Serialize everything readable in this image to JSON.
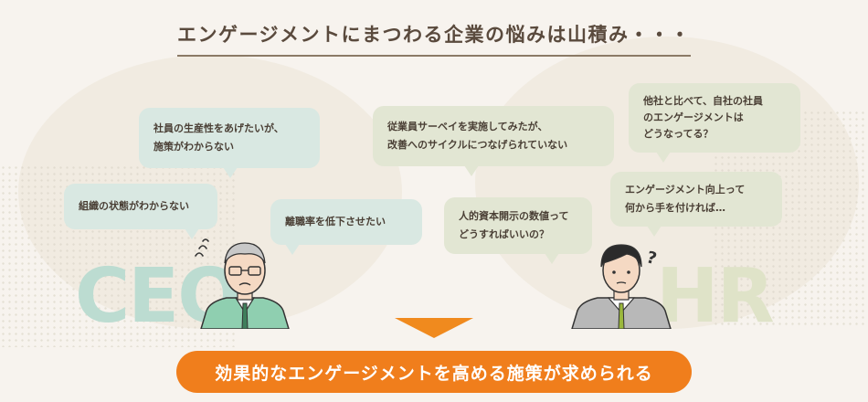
{
  "title": "エンゲージメントにまつわる企業の悩みは山積み・・・",
  "ceo_bubbles": [
    {
      "lines": [
        "社員の生産性をあげたいが、",
        "施策がわからない"
      ]
    },
    {
      "lines": [
        "組織の状態がわからない"
      ]
    },
    {
      "lines": [
        "離職率を低下させたい"
      ]
    }
  ],
  "hr_bubbles": [
    {
      "lines": [
        "従業員サーベイを実施してみたが、",
        "改善へのサイクルにつなげられていない"
      ]
    },
    {
      "lines": [
        "他社と比べて、自社の社員",
        "のエンゲージメントは",
        "どうなってる？"
      ]
    },
    {
      "lines": [
        "エンゲージメント向上って",
        "何から手を付ければ…"
      ]
    },
    {
      "lines": [
        "人的資本開示の数値って",
        "どうすればいいの？"
      ]
    }
  ],
  "labels": {
    "ceo": "CEO",
    "hr": "HR"
  },
  "cta": "効果的なエンゲージメントを高める施策が求められる",
  "colors": {
    "accent": "#f07e1c",
    "ceo_label": "#bcdcd1",
    "hr_label": "#dfe3c8",
    "bubble_blue": "#d9e8e2",
    "bubble_olive": "#e2e6d3",
    "ceo_suit": "#8fcfb0",
    "hr_suit": "#b8b8b8"
  },
  "icons": [
    "sweat-lines-icon",
    "question-mark-icon",
    "down-arrow-icon"
  ]
}
